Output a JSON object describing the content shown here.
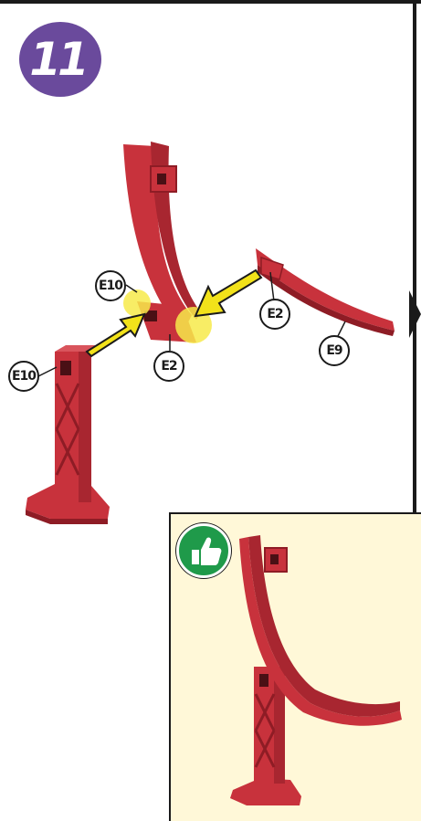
{
  "step": {
    "number": "11"
  },
  "labels": {
    "e10_top": "E10",
    "e10_left": "E10",
    "e2_center": "E2",
    "e2_right": "E2",
    "e9": "E9"
  },
  "colors": {
    "part_red": "#c8323c",
    "part_shadow": "#8e1c25",
    "arrow_yellow": "#f2e21a",
    "badge_purple": "#6a4a9c",
    "approved_green": "#1f9a4a",
    "result_bg": "#fff8d8"
  },
  "icons": {
    "approved": "thumbs-up-icon",
    "next": "chevron-right-icon"
  }
}
